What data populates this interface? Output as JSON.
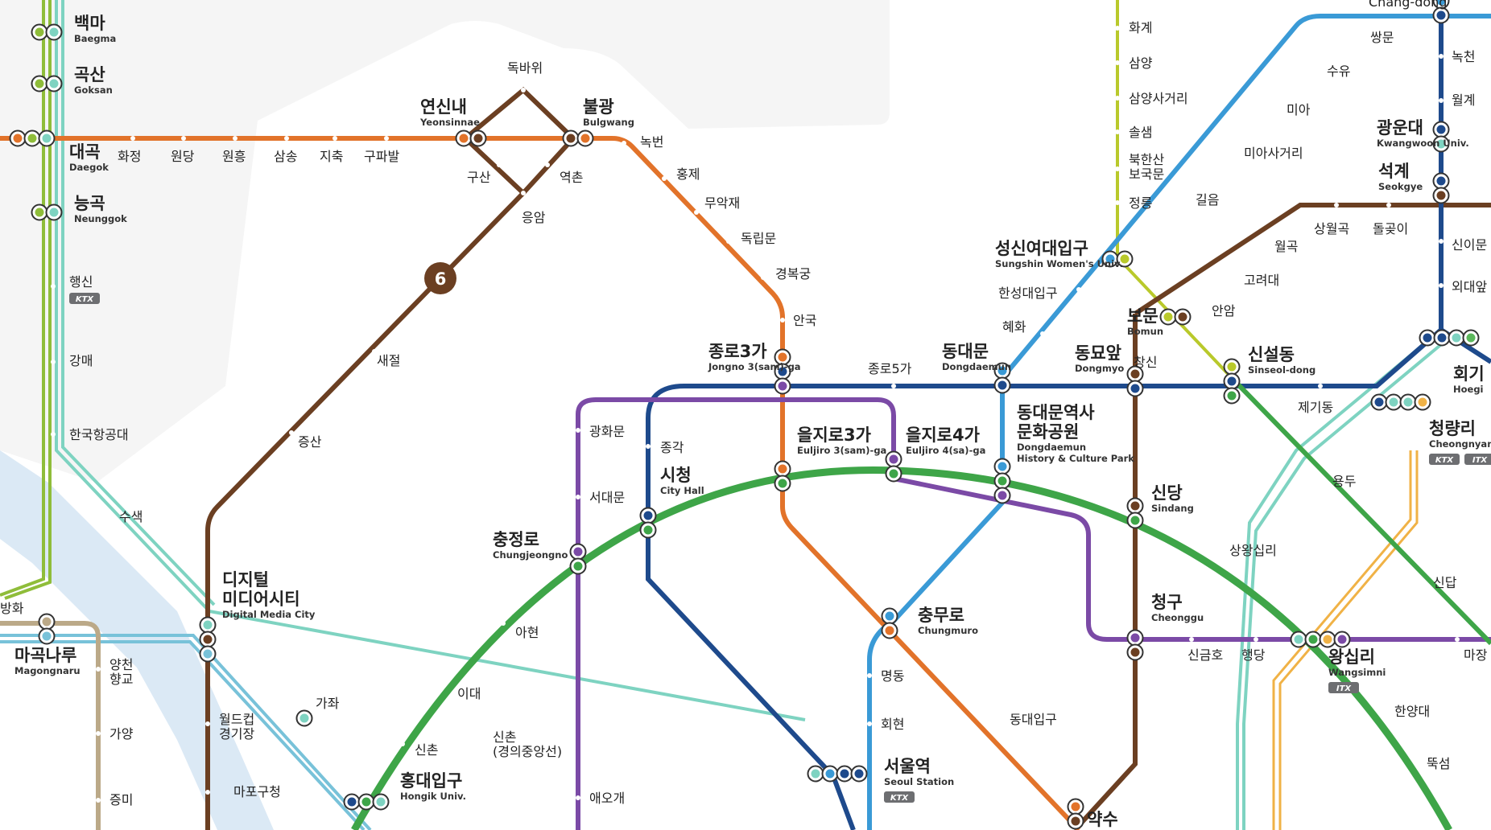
{
  "colors": {
    "line1": "#1e4a8c",
    "line2": "#3ea548",
    "line3": "#e2732a",
    "line4": "#3a9ad6",
    "line5": "#7b4aa6",
    "line6": "#6b3f22",
    "ui_line": "#b9c92b",
    "gyeongui": "#7ed3c1",
    "gyeongchun": "#5cb85c",
    "airport": "#78c2d9",
    "seohae": "#8fbd3a",
    "line9": "#bba988",
    "suin": "#f0b246",
    "river": "#dbe9f5",
    "land": "#f5f5f5"
  },
  "line_badges": [
    {
      "id": "6",
      "label": "6"
    }
  ],
  "stations": [
    {
      "id": "baegma",
      "name": "백마",
      "roman": "Baegma"
    },
    {
      "id": "goksan",
      "name": "곡산",
      "roman": "Goksan"
    },
    {
      "id": "daegok",
      "name": "대곡",
      "roman": "Daegok"
    },
    {
      "id": "neunggok",
      "name": "능곡",
      "roman": "Neunggok"
    },
    {
      "id": "haengsin",
      "name": "행신",
      "badge": "KTX"
    },
    {
      "id": "gangmae",
      "name": "강매"
    },
    {
      "id": "hangukhanggongdae",
      "name": "한국항공대"
    },
    {
      "id": "susaek",
      "name": "수색"
    },
    {
      "id": "hwajeong",
      "name": "화정"
    },
    {
      "id": "wondang",
      "name": "원당"
    },
    {
      "id": "wonheung",
      "name": "원흥"
    },
    {
      "id": "samsong",
      "name": "삼송"
    },
    {
      "id": "jichuk",
      "name": "지축"
    },
    {
      "id": "gupabal",
      "name": "구파발"
    },
    {
      "id": "yeonsinnae",
      "name": "연신내",
      "roman": "Yeonsinnae"
    },
    {
      "id": "dokbawi",
      "name": "독바위"
    },
    {
      "id": "bulgwang",
      "name": "불광",
      "roman": "Bulgwang"
    },
    {
      "id": "gusan",
      "name": "구산"
    },
    {
      "id": "yeokchon",
      "name": "역촌"
    },
    {
      "id": "eungam",
      "name": "응암"
    },
    {
      "id": "saejeol",
      "name": "새절"
    },
    {
      "id": "jeungsan",
      "name": "증산"
    },
    {
      "id": "nokbeon",
      "name": "녹번"
    },
    {
      "id": "hongje",
      "name": "홍제"
    },
    {
      "id": "muakjae",
      "name": "무악재"
    },
    {
      "id": "dongnimmun",
      "name": "독립문"
    },
    {
      "id": "gyeongbokgung",
      "name": "경복궁"
    },
    {
      "id": "anguk",
      "name": "안국"
    },
    {
      "id": "jongno3",
      "name": "종로3가",
      "roman": "Jongno 3(sam)-ga"
    },
    {
      "id": "jongno5",
      "name": "종로5가"
    },
    {
      "id": "gwanghwamun",
      "name": "광화문"
    },
    {
      "id": "jonggak",
      "name": "종각"
    },
    {
      "id": "cityhall",
      "name": "시청",
      "roman": "City Hall"
    },
    {
      "id": "seodaemun",
      "name": "서대문"
    },
    {
      "id": "euljiro3",
      "name": "을지로3가",
      "roman": "Euljiro 3(sam)-ga"
    },
    {
      "id": "euljiro4",
      "name": "을지로4가",
      "roman": "Euljiro 4(sa)-ga"
    },
    {
      "id": "chungjeongno",
      "name": "충정로",
      "roman": "Chungjeongno"
    },
    {
      "id": "dmc",
      "name": "디지털\n미디어시티",
      "roman": "Digital Media City"
    },
    {
      "id": "magongnaru",
      "name": "마곡나루",
      "roman": "Magongnaru"
    },
    {
      "id": "banghwa",
      "name": "방화"
    },
    {
      "id": "yangcheon",
      "name": "양천\n향교"
    },
    {
      "id": "gayang",
      "name": "가양"
    },
    {
      "id": "jeungmi",
      "name": "증미"
    },
    {
      "id": "worldcup",
      "name": "월드컵\n경기장"
    },
    {
      "id": "mapogucheong",
      "name": "마포구청"
    },
    {
      "id": "gajwa",
      "name": "가좌"
    },
    {
      "id": "ahyeon",
      "name": "아현"
    },
    {
      "id": "idae",
      "name": "이대"
    },
    {
      "id": "sinchon",
      "name": "신촌"
    },
    {
      "id": "sinchon_gu",
      "name": "신촌\n(경의중앙선)"
    },
    {
      "id": "hongik",
      "name": "홍대입구",
      "roman": "Hongik Univ."
    },
    {
      "id": "aeogae",
      "name": "애오개"
    },
    {
      "id": "seoul",
      "name": "서울역",
      "roman": "Seoul Station",
      "badge": "KTX"
    },
    {
      "id": "myeongdong",
      "name": "명동"
    },
    {
      "id": "hoehyeon",
      "name": "회현"
    },
    {
      "id": "chungmuro",
      "name": "충무로",
      "roman": "Chungmuro"
    },
    {
      "id": "dongdaeipgu",
      "name": "동대입구"
    },
    {
      "id": "yaksu",
      "name": "약수"
    },
    {
      "id": "dongdaemun",
      "name": "동대문",
      "roman": "Dongdaemun"
    },
    {
      "id": "ddp",
      "name": "동대문역사\n문화공원",
      "roman": "Dongdaemun\nHistory & Culture Park"
    },
    {
      "id": "hyehwa",
      "name": "혜화"
    },
    {
      "id": "hansung",
      "name": "한성대입구"
    },
    {
      "id": "sungshin",
      "name": "성신여대입구",
      "roman": "Sungshin Women's Univ."
    },
    {
      "id": "gireum",
      "name": "길음"
    },
    {
      "id": "miasageori",
      "name": "미아사거리"
    },
    {
      "id": "mia",
      "name": "미아"
    },
    {
      "id": "suyu",
      "name": "수유"
    },
    {
      "id": "ssangmun",
      "name": "쌍문"
    },
    {
      "id": "changdong",
      "name": "Chang-dong"
    },
    {
      "id": "hwagye",
      "name": "화계"
    },
    {
      "id": "samyang",
      "name": "삼양"
    },
    {
      "id": "samyangsageori",
      "name": "삼양사거리"
    },
    {
      "id": "solsaem",
      "name": "솔샘"
    },
    {
      "id": "bukhansan",
      "name": "북한산\n보국문"
    },
    {
      "id": "jeongneung",
      "name": "정릉"
    },
    {
      "id": "bomun",
      "name": "보문",
      "roman": "Bomun"
    },
    {
      "id": "dongmyo",
      "name": "동묘앞",
      "roman": "Dongmyo"
    },
    {
      "id": "changsin",
      "name": "창신"
    },
    {
      "id": "anam",
      "name": "안암"
    },
    {
      "id": "gorae",
      "name": "고려대"
    },
    {
      "id": "wolgok",
      "name": "월곡"
    },
    {
      "id": "sanggwolgok",
      "name": "상월곡"
    },
    {
      "id": "dolgoji",
      "name": "돌곶이"
    },
    {
      "id": "sinseol",
      "name": "신설동",
      "roman": "Sinseol-dong"
    },
    {
      "id": "jegi",
      "name": "제기동"
    },
    {
      "id": "sindang",
      "name": "신당",
      "roman": "Sindang"
    },
    {
      "id": "cheonggu",
      "name": "청구",
      "roman": "Cheonggu"
    },
    {
      "id": "singeumho",
      "name": "신금호"
    },
    {
      "id": "haengdang",
      "name": "행당"
    },
    {
      "id": "wangsimni",
      "name": "왕십리",
      "roman": "Wangsimni",
      "badge": "ITX"
    },
    {
      "id": "majang",
      "name": "마장"
    },
    {
      "id": "sangwangsimni",
      "name": "상왕십리"
    },
    {
      "id": "yongdu",
      "name": "용두"
    },
    {
      "id": "sindap",
      "name": "신답"
    },
    {
      "id": "hangyangdae",
      "name": "한양대"
    },
    {
      "id": "ttukseom",
      "name": "뚝섬"
    },
    {
      "id": "hoegi",
      "name": "회기",
      "roman": "Hoegi"
    },
    {
      "id": "cheongnyangni",
      "name": "청량리",
      "roman": "Cheongnyangni",
      "badge": "KTX ITX"
    },
    {
      "id": "seokgye",
      "name": "석계",
      "roman": "Seokgye"
    },
    {
      "id": "gwangwoon",
      "name": "광운대",
      "roman": "Kwangwoon Univ."
    },
    {
      "id": "wolgye",
      "name": "월계"
    },
    {
      "id": "nokcheon",
      "name": "녹천"
    },
    {
      "id": "sinimun",
      "name": "신이문"
    },
    {
      "id": "oedae",
      "name": "외대앞"
    }
  ]
}
